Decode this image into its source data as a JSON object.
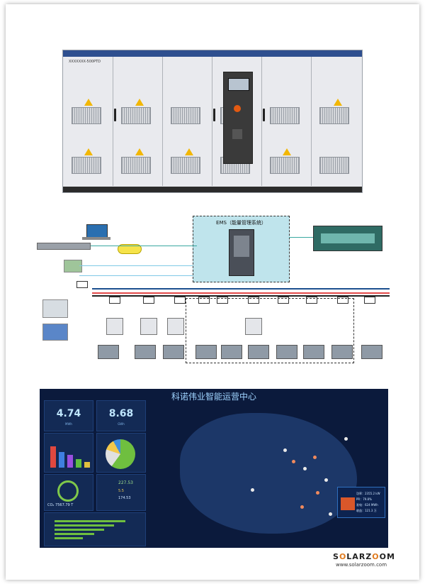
{
  "cabinet": {
    "model_label": "XXXXXXX-500PTD"
  },
  "diagram": {
    "ems_title": "EMS（能量管理系统）"
  },
  "dashboard": {
    "title": "科诺伟业智能运营中心",
    "panel1": {
      "value": "4.74",
      "unit": "MWh"
    },
    "panel2": {
      "value": "8.68",
      "unit": "GWh"
    },
    "co2": "CO₂ 7567.79 T",
    "stat1": "227.53",
    "stat2": "5.5",
    "stat3": "174.53",
    "info_lines": [
      "功率：2355.2 kW",
      "PR：79.8%",
      "发电：624 MWh",
      "收益：121.3 万"
    ]
  },
  "logo": {
    "brand_a": "S",
    "brand_o": "O",
    "brand_b": "LARZ",
    "brand_o2": "O",
    "brand_c": "OM",
    "url": "www.solarzoom.com"
  },
  "colors": {
    "cabinet_top": "#2e4f8f",
    "dashboard_bg": "#0b1a3c",
    "warning": "#f2b705"
  }
}
